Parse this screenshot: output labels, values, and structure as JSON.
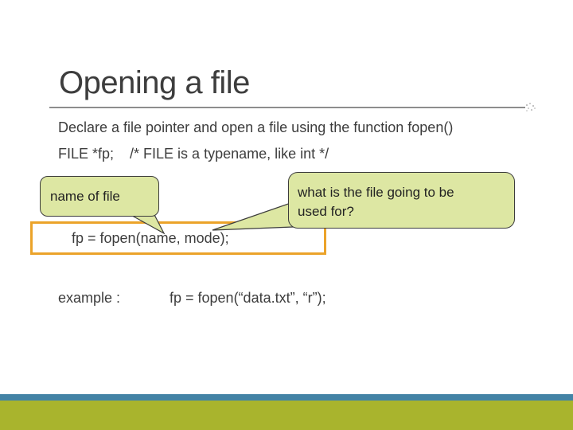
{
  "slide": {
    "title": "Opening a file",
    "body_line1": "Declare a file pointer and open a file using the function fopen()",
    "body_line2": "FILE *fp;    /* FILE is a typename, like int */",
    "callout_left": {
      "text": "name of file"
    },
    "callout_right": {
      "lines": [
        "what is the file going to be",
        "used for?"
      ]
    },
    "code_box": {
      "code": "fp = fopen(name, mode);"
    },
    "example": {
      "label": "example :",
      "code": "fp = fopen(“data.txt”, “r”);"
    },
    "colors": {
      "text": "#3d3d3d",
      "accent_orange": "#eba32a",
      "callout_fill": "#dde7a3",
      "callout_border": "#3c3c3c",
      "title_rule_gray": "#8d8d8d",
      "footer_blue": "#4383a5",
      "footer_olive": "#a9b42d"
    }
  }
}
